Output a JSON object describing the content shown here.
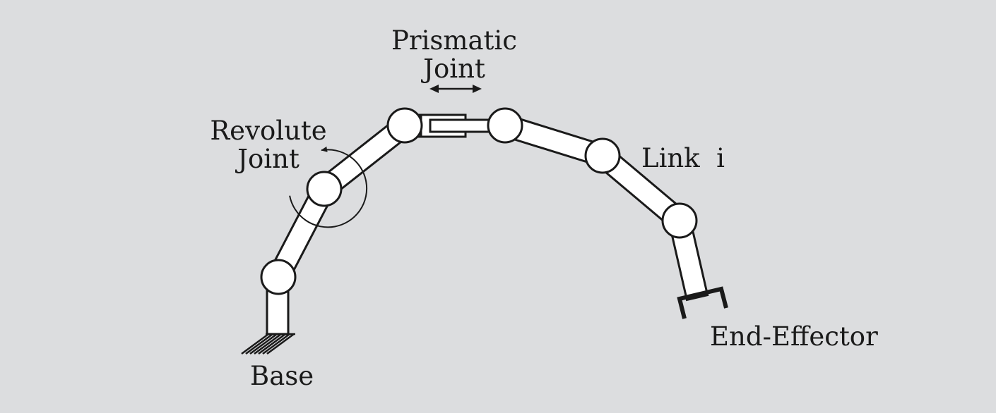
{
  "labels": {
    "prismatic_line1": "Prismatic",
    "prismatic_line2": "Joint",
    "revolute_line1": "Revolute",
    "revolute_line2": "Joint",
    "link": "Link  i",
    "end_effector": "End-Effector",
    "base": "Base"
  },
  "colors": {
    "background": "#dcdddf",
    "stroke": "#1a1a1a",
    "fill": "#ffffff"
  }
}
